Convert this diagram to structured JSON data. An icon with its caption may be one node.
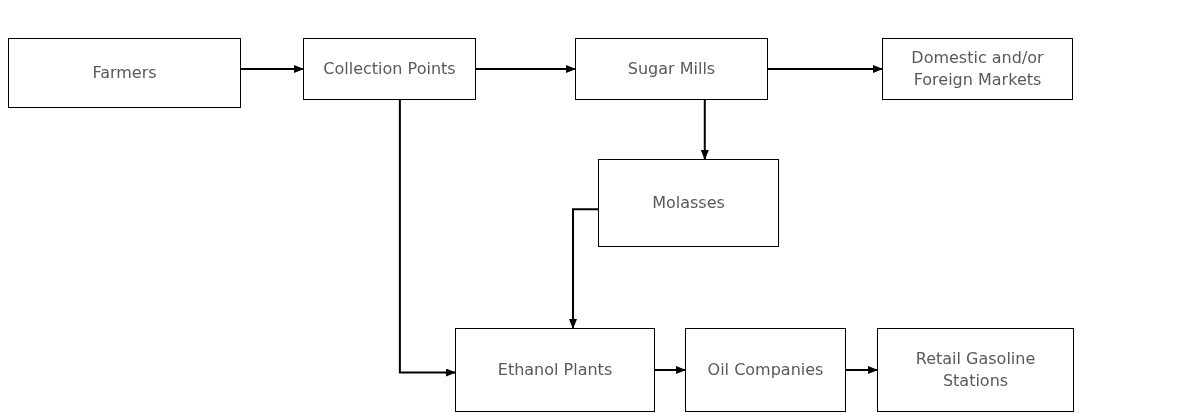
{
  "diagram": {
    "nodes": [
      {
        "text": [
          "Farmers"
        ]
      },
      {
        "text": [
          "Collection Points"
        ]
      },
      {
        "text": [
          "Sugar Mills"
        ]
      },
      {
        "text": [
          "Domestic and/or Foreign Markets"
        ]
      },
      {
        "text": [
          "Molasses"
        ]
      },
      {
        "text": [
          "Ethanol Plants"
        ]
      },
      {
        "text": [
          "Oil Companies"
        ]
      },
      {
        "text": [
          "Retail Gasoline Stations"
        ]
      }
    ],
    "edges": [
      {
        "from": 0,
        "to": 1,
        "arrow": "to"
      },
      {
        "from": 1,
        "to": 2,
        "arrow": "to"
      },
      {
        "from": 2,
        "to": 3,
        "arrow": "to"
      },
      {
        "from": 2,
        "to": 4,
        "arrow": "to"
      },
      {
        "from": 1,
        "to": 5,
        "arrow": "to"
      },
      {
        "from": 4,
        "to": 5,
        "arrow": "to"
      },
      {
        "from": 5,
        "to": 6,
        "arrow": "to"
      },
      {
        "from": 6,
        "to": 7,
        "arrow": "to"
      }
    ]
  }
}
